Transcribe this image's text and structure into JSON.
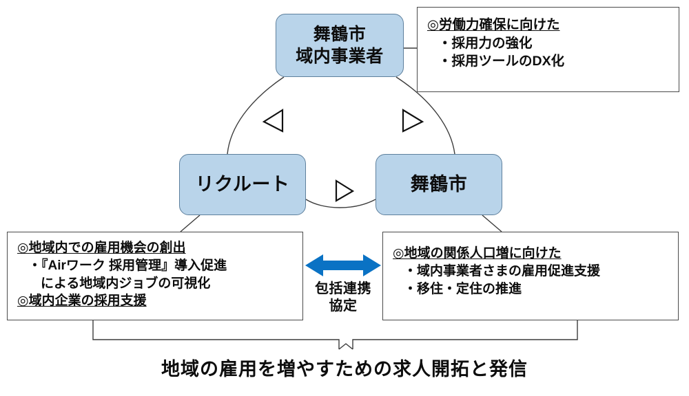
{
  "diagram": {
    "title_caption": "地域の雇用を増やすための求人開拓と発信",
    "colors": {
      "node_fill": "#b9d4ea",
      "node_border": "#5d7f9c",
      "callout_border": "#4a4a4a",
      "arrow_blue": "#0a72c4",
      "text": "#0d0d0d",
      "background": "#ffffff"
    },
    "nodes": [
      {
        "id": "maizuru-businesses",
        "lines": [
          "舞鶴市",
          "域内事業者"
        ]
      },
      {
        "id": "recruit",
        "lines": [
          "リクルート"
        ]
      },
      {
        "id": "maizuru-city",
        "lines": [
          "舞鶴市"
        ]
      }
    ],
    "callouts": {
      "top": {
        "heading": "◎労働力確保に向けた",
        "bullets": [
          "・採用力の強化",
          "・採用ツールのDX化"
        ]
      },
      "left": {
        "heading1": "◎地域内での雇用機会の創出",
        "bullet1": "・『Airワーク 採用管理』導入促進",
        "bullet1_cont": "による地域内ジョブの可視化",
        "heading2": "◎域内企業の採用支援"
      },
      "right": {
        "heading": "◎地域の関係人口増に向けた",
        "bullets": [
          "・域内事業者さまの雇用促進支援",
          "・移住・定住の推進"
        ]
      }
    },
    "pact": {
      "label_line1": "包括連携",
      "label_line2": "協定"
    }
  }
}
